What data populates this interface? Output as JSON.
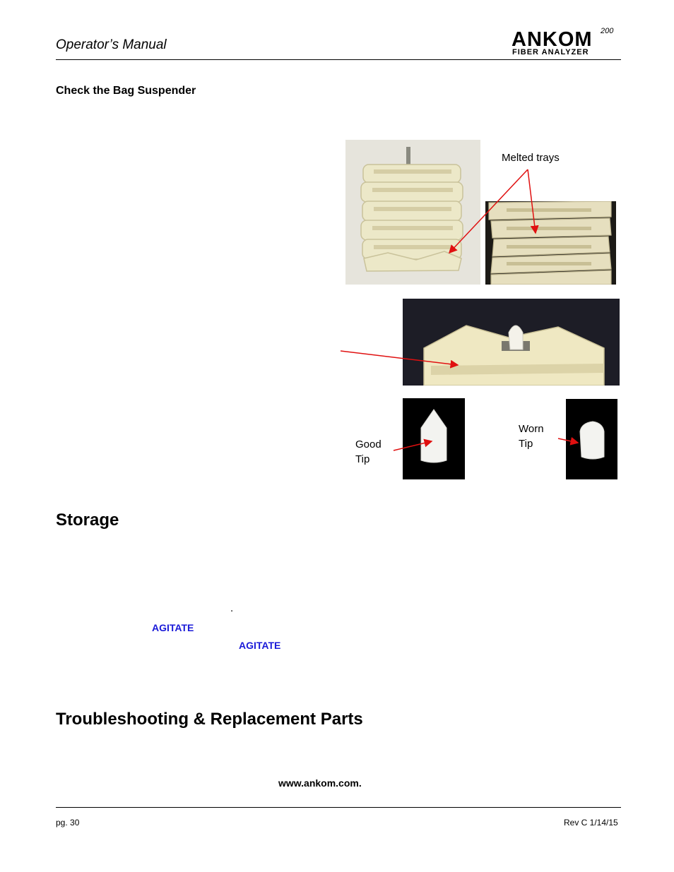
{
  "header": {
    "title": "Operator’s Manual",
    "logo": {
      "main": "ANKOM",
      "superscript": "200",
      "subtitle": "FIBER ANALYZER"
    }
  },
  "section": {
    "label": "Check the Bag Suspender"
  },
  "captions": {
    "melted": "Melted trays",
    "good": [
      "Good",
      "Tip"
    ],
    "worn": [
      "Worn",
      "Tip"
    ]
  },
  "images": {
    "suspender_photo": "bag-suspender-stack-photo",
    "melted_photo": "melted-trays-photo",
    "tray_closeup": "tray-closeup-photo",
    "good_tip": "good-tip-photo",
    "worn_tip": "worn-tip-photo"
  },
  "storage": {
    "heading": "Storage",
    "dot": ".",
    "agitate_1": "AGITATE",
    "agitate_2": "AGITATE"
  },
  "troubleshooting": {
    "heading": "Troubleshooting & Replacement Parts",
    "url": "www.ankom.com."
  },
  "footer": {
    "page": "pg. 30",
    "revision": "Rev C 1/14/15"
  },
  "colors": {
    "arrow": "#e01010",
    "link": "#1a1ad8"
  }
}
